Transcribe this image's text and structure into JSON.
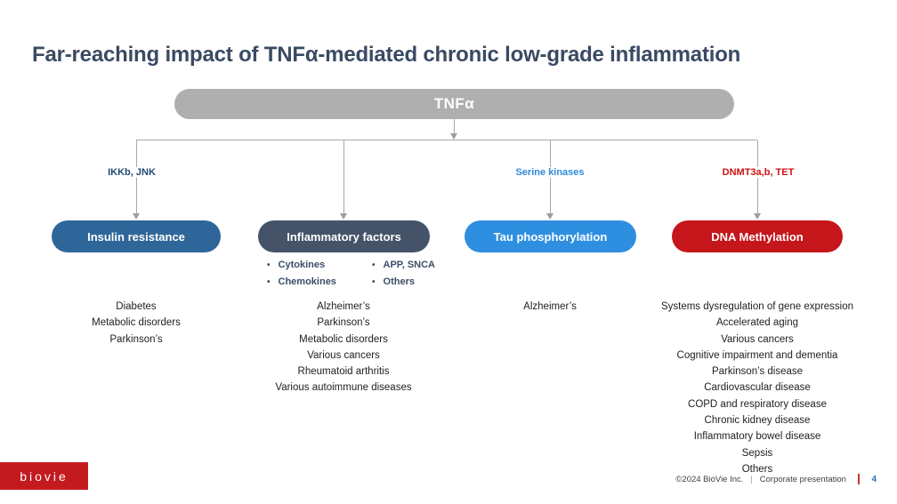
{
  "slide": {
    "title": "Far-reaching impact of TNFα-mediated chronic low-grade inflammation",
    "root_node": "TNFα",
    "branches": [
      {
        "pathway_label": "IKKb, JNK",
        "node": "Insulin resistance",
        "outcomes": [
          "Diabetes",
          "Metabolic disorders",
          "Parkinson’s"
        ]
      },
      {
        "pathway_label": "",
        "node": "Inflammatory factors",
        "sub_bullets_col1": [
          "Cytokines",
          "Chemokines"
        ],
        "sub_bullets_col2": [
          "APP, SNCA",
          "Others"
        ],
        "outcomes": [
          "Alzheimer’s",
          "Parkinson’s",
          "Metabolic disorders",
          "Various cancers",
          "Rheumatoid arthritis",
          "Various autoimmune diseases"
        ]
      },
      {
        "pathway_label": "Serine kinases",
        "node": "Tau phosphorylation",
        "outcomes": [
          "Alzheimer’s"
        ]
      },
      {
        "pathway_label": "DNMT3a,b, TET",
        "node": "DNA Methylation",
        "outcomes": [
          "Systems dysregulation of gene expression",
          "Accelerated aging",
          "Various cancers",
          "Cognitive impairment and dementia",
          "Parkinson’s disease",
          "Cardiovascular disease",
          "COPD and respiratory disease",
          "Chronic kidney disease",
          "Inflammatory bowel disease",
          "Sepsis",
          "Others"
        ]
      }
    ],
    "footer": {
      "logo_text": "biovie",
      "copyright": "©2024 BioVie Inc.",
      "separator": "|",
      "presentation_label": "Corporate presentation",
      "page_number": "4"
    },
    "colors": {
      "title_text": "#3a4a63",
      "root_pill": "#afafaf",
      "insulin_pill": "#2f6699",
      "inflammatory_pill": "#455369",
      "tau_pill": "#2e8fe0",
      "dna_pill": "#c4161b",
      "ikkb_label": "#1f4873",
      "serine_label": "#2e8bd8",
      "dnmt_label": "#ce1212",
      "logo_red": "#c31a20",
      "page_number_blue": "#2e74b5",
      "connector_gray": "#a8a8a8"
    }
  }
}
